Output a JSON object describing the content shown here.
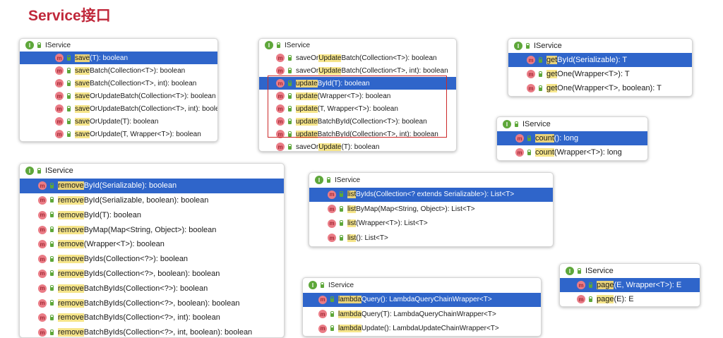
{
  "title": "Service接口",
  "colors": {
    "title": "#c0283b",
    "selection": "#2f65ca",
    "highlight": "#f6e58a",
    "box": "#cc2a2a"
  },
  "icons": {
    "interface": "interface-icon",
    "method": "method-icon",
    "access": "lock-icon"
  },
  "panels": [
    {
      "name": "save",
      "header": "IService",
      "rows": [
        {
          "hl": "save",
          "rest": "(T): boolean",
          "sel": true
        },
        {
          "hl": "save",
          "rest": "Batch(Collection<T>): boolean"
        },
        {
          "hl": "save",
          "rest": "Batch(Collection<T>, int): boolean"
        },
        {
          "hl": "save",
          "rest": "OrUpdateBatch(Collection<T>): boolean"
        },
        {
          "hl": "save",
          "rest": "OrUpdateBatch(Collection<T>, int): boolean"
        },
        {
          "hl": "save",
          "rest": "OrUpdate(T): boolean"
        },
        {
          "hl": "save",
          "rest": "OrUpdate(T, Wrapper<T>): boolean"
        }
      ]
    },
    {
      "name": "update",
      "header": "IService",
      "rows": [
        {
          "pre": "saveOr",
          "hl": "Update",
          "rest": "Batch(Collection<T>): boolean"
        },
        {
          "pre": "saveOr",
          "hl": "Update",
          "rest": "Batch(Collection<T>, int): boolean"
        },
        {
          "hl": "update",
          "rest": "ById(T): boolean",
          "sel": true
        },
        {
          "hl": "update",
          "rest": "(Wrapper<T>): boolean"
        },
        {
          "hl": "update",
          "rest": "(T, Wrapper<T>): boolean"
        },
        {
          "hl": "update",
          "rest": "BatchById(Collection<T>): boolean"
        },
        {
          "hl": "update",
          "rest": "BatchById(Collection<T>, int): boolean"
        },
        {
          "pre": "saveOr",
          "hl": "Update",
          "rest": "(T): boolean"
        }
      ]
    },
    {
      "name": "get",
      "header": "IService",
      "rows": [
        {
          "hl": "get",
          "rest": "ById(Serializable): T",
          "sel": true
        },
        {
          "hl": "get",
          "rest": "One(Wrapper<T>): T"
        },
        {
          "hl": "get",
          "rest": "One(Wrapper<T>, boolean): T"
        }
      ]
    },
    {
      "name": "count",
      "header": "IService",
      "rows": [
        {
          "hl": "count",
          "rest": "(): long",
          "sel": true
        },
        {
          "hl": "count",
          "rest": "(Wrapper<T>): long"
        }
      ]
    },
    {
      "name": "remove",
      "header": "IService",
      "rows": [
        {
          "hl": "remove",
          "rest": "ById(Serializable): boolean",
          "sel": true
        },
        {
          "hl": "remove",
          "rest": "ById(Serializable, boolean): boolean"
        },
        {
          "hl": "remove",
          "rest": "ById(T): boolean"
        },
        {
          "hl": "remove",
          "rest": "ByMap(Map<String, Object>): boolean"
        },
        {
          "hl": "remove",
          "rest": "(Wrapper<T>): boolean"
        },
        {
          "hl": "remove",
          "rest": "ByIds(Collection<?>): boolean"
        },
        {
          "hl": "remove",
          "rest": "ByIds(Collection<?>, boolean): boolean"
        },
        {
          "hl": "remove",
          "rest": "BatchByIds(Collection<?>): boolean"
        },
        {
          "hl": "remove",
          "rest": "BatchByIds(Collection<?>, boolean): boolean"
        },
        {
          "hl": "remove",
          "rest": "BatchByIds(Collection<?>, int): boolean"
        },
        {
          "hl": "remove",
          "rest": "BatchByIds(Collection<?>, int, boolean): boolean"
        }
      ]
    },
    {
      "name": "list",
      "header": "IService",
      "rows": [
        {
          "hl": "list",
          "rest": "ByIds(Collection<? extends Serializable>): List<T>",
          "sel": true
        },
        {
          "hl": "list",
          "rest": "ByMap(Map<String, Object>): List<T>"
        },
        {
          "hl": "list",
          "rest": "(Wrapper<T>): List<T>"
        },
        {
          "hl": "list",
          "rest": "(): List<T>"
        }
      ]
    },
    {
      "name": "lambda",
      "header": "IService",
      "rows": [
        {
          "hl": "lambda",
          "rest": "Query(): LambdaQueryChainWrapper<T>",
          "sel": true
        },
        {
          "hl": "lambda",
          "rest": "Query(T): LambdaQueryChainWrapper<T>"
        },
        {
          "hl": "lambda",
          "rest": "Update(): LambdaUpdateChainWrapper<T>"
        }
      ]
    },
    {
      "name": "page",
      "header": "IService",
      "rows": [
        {
          "hl": "page",
          "rest": "(E, Wrapper<T>): E",
          "sel": true
        },
        {
          "hl": "page",
          "rest": "(E): E"
        }
      ]
    }
  ]
}
